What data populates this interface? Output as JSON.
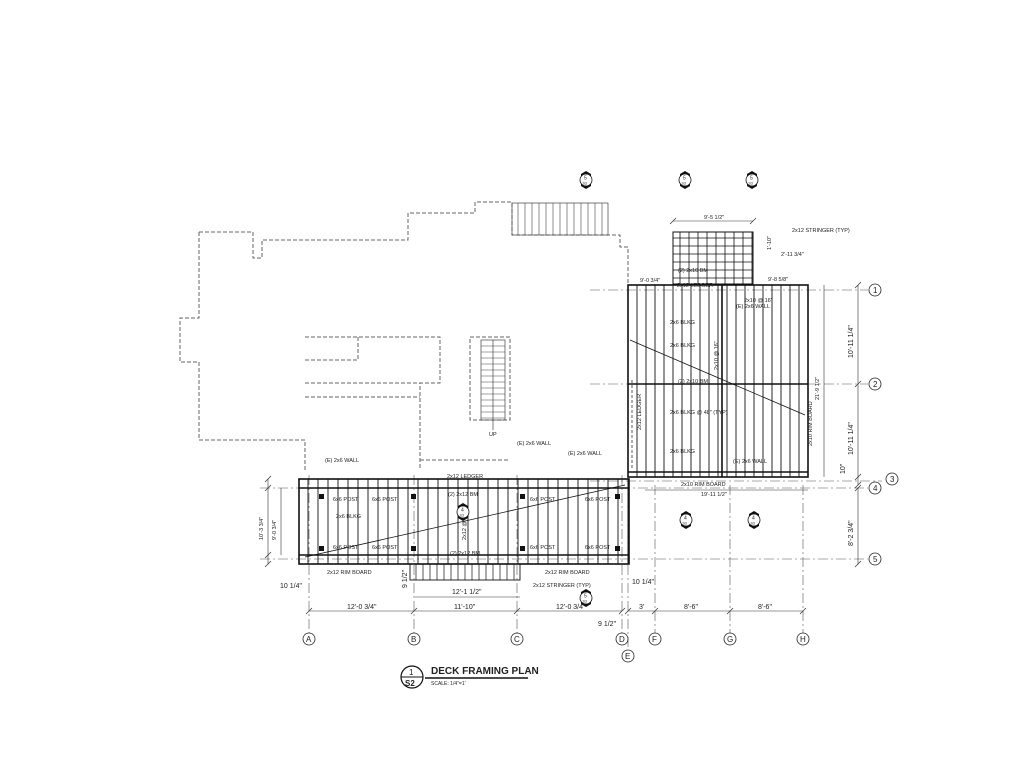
{
  "title": {
    "number": "1",
    "sheet": "S2",
    "name": "DECK FRAMING PLAN",
    "scale": "SCALE: 1/4\"=1'"
  },
  "grid_columns": [
    "A",
    "B",
    "C",
    "D",
    "E",
    "F",
    "G",
    "H"
  ],
  "grid_rows": [
    "1",
    "2",
    "3",
    "4",
    "5"
  ],
  "section_marks": [
    "5",
    "5",
    "5",
    "4",
    "4",
    "4",
    "5"
  ],
  "section_sheet": "S3",
  "bottom_dims": [
    "12'-0 3/4\"",
    "11'-10\"",
    "12'-0 3/4\"",
    "3'",
    "8'-6\"",
    "8'-6\"",
    "9 1/2\"",
    "10 1/4\"",
    "10 1/4\"",
    "12'-1 1/2\"",
    "9 1/2\""
  ],
  "right_dims": [
    "10'-11 1/4\"",
    "10'-11 1/4\"",
    "10\"",
    "8'-2 3/4\"",
    "21'-9 1/2\""
  ],
  "left_dims": [
    "10'-3 3/4\"",
    "9'-0 3/4\""
  ],
  "top_dims": [
    "9'-5 1/2\"",
    "2'-11 3/4\"",
    "1'-10\"",
    "9'-8 5/8\"",
    "9'-0 3/4\"",
    "19'-11 1/2\""
  ],
  "labels": {
    "stringer_top": "2x12 STRINGER (TYP)",
    "stringer_bottom": "2x12 STRINGER (TYP)",
    "e_wall_1": "(E) 2x6 WALL",
    "e_wall_2": "(E) 2x6 WALL",
    "e_wall_3": "(E) 2x6 WALL",
    "e_wall_4": "(E) 2x6 WALL",
    "e_wall_5": "(E) 2x6 WALL",
    "ledger_1": "2x12 LEDGER",
    "ledger_2": "2x12 LEDGER",
    "ledger_3": "2x12 LEDGER",
    "rim_1": "2x12 RIM BOARD",
    "rim_2": "2x12 RIM BOARD",
    "rim_3": "2x10 RIM BOARD",
    "rim_4": "2x10 RIM BOARD",
    "beam_1": "(2) 2x12 BM",
    "beam_2": "(2) 2x12 BM",
    "beam_3": "(2) 2x10 BM",
    "beam_4": "(2) 2x10 BM",
    "blkg_1": "2x6 BLKG",
    "blkg_2": "2x6 BLKG",
    "blkg_3": "2x6 BLKG",
    "blkg_4": "2x6 BLKG",
    "blkg_5": "2x6 BLKG @ 48\" (TYP)",
    "post": "6x6 POST",
    "up": "UP",
    "joist_1": "2x10 @ 16\"",
    "joist_2": "2x10 @ 16\"",
    "joist_3": "2x12 @ 16\""
  },
  "colors": {
    "line": "#222222",
    "hidden": "#666666",
    "paper": "#ffffff"
  }
}
